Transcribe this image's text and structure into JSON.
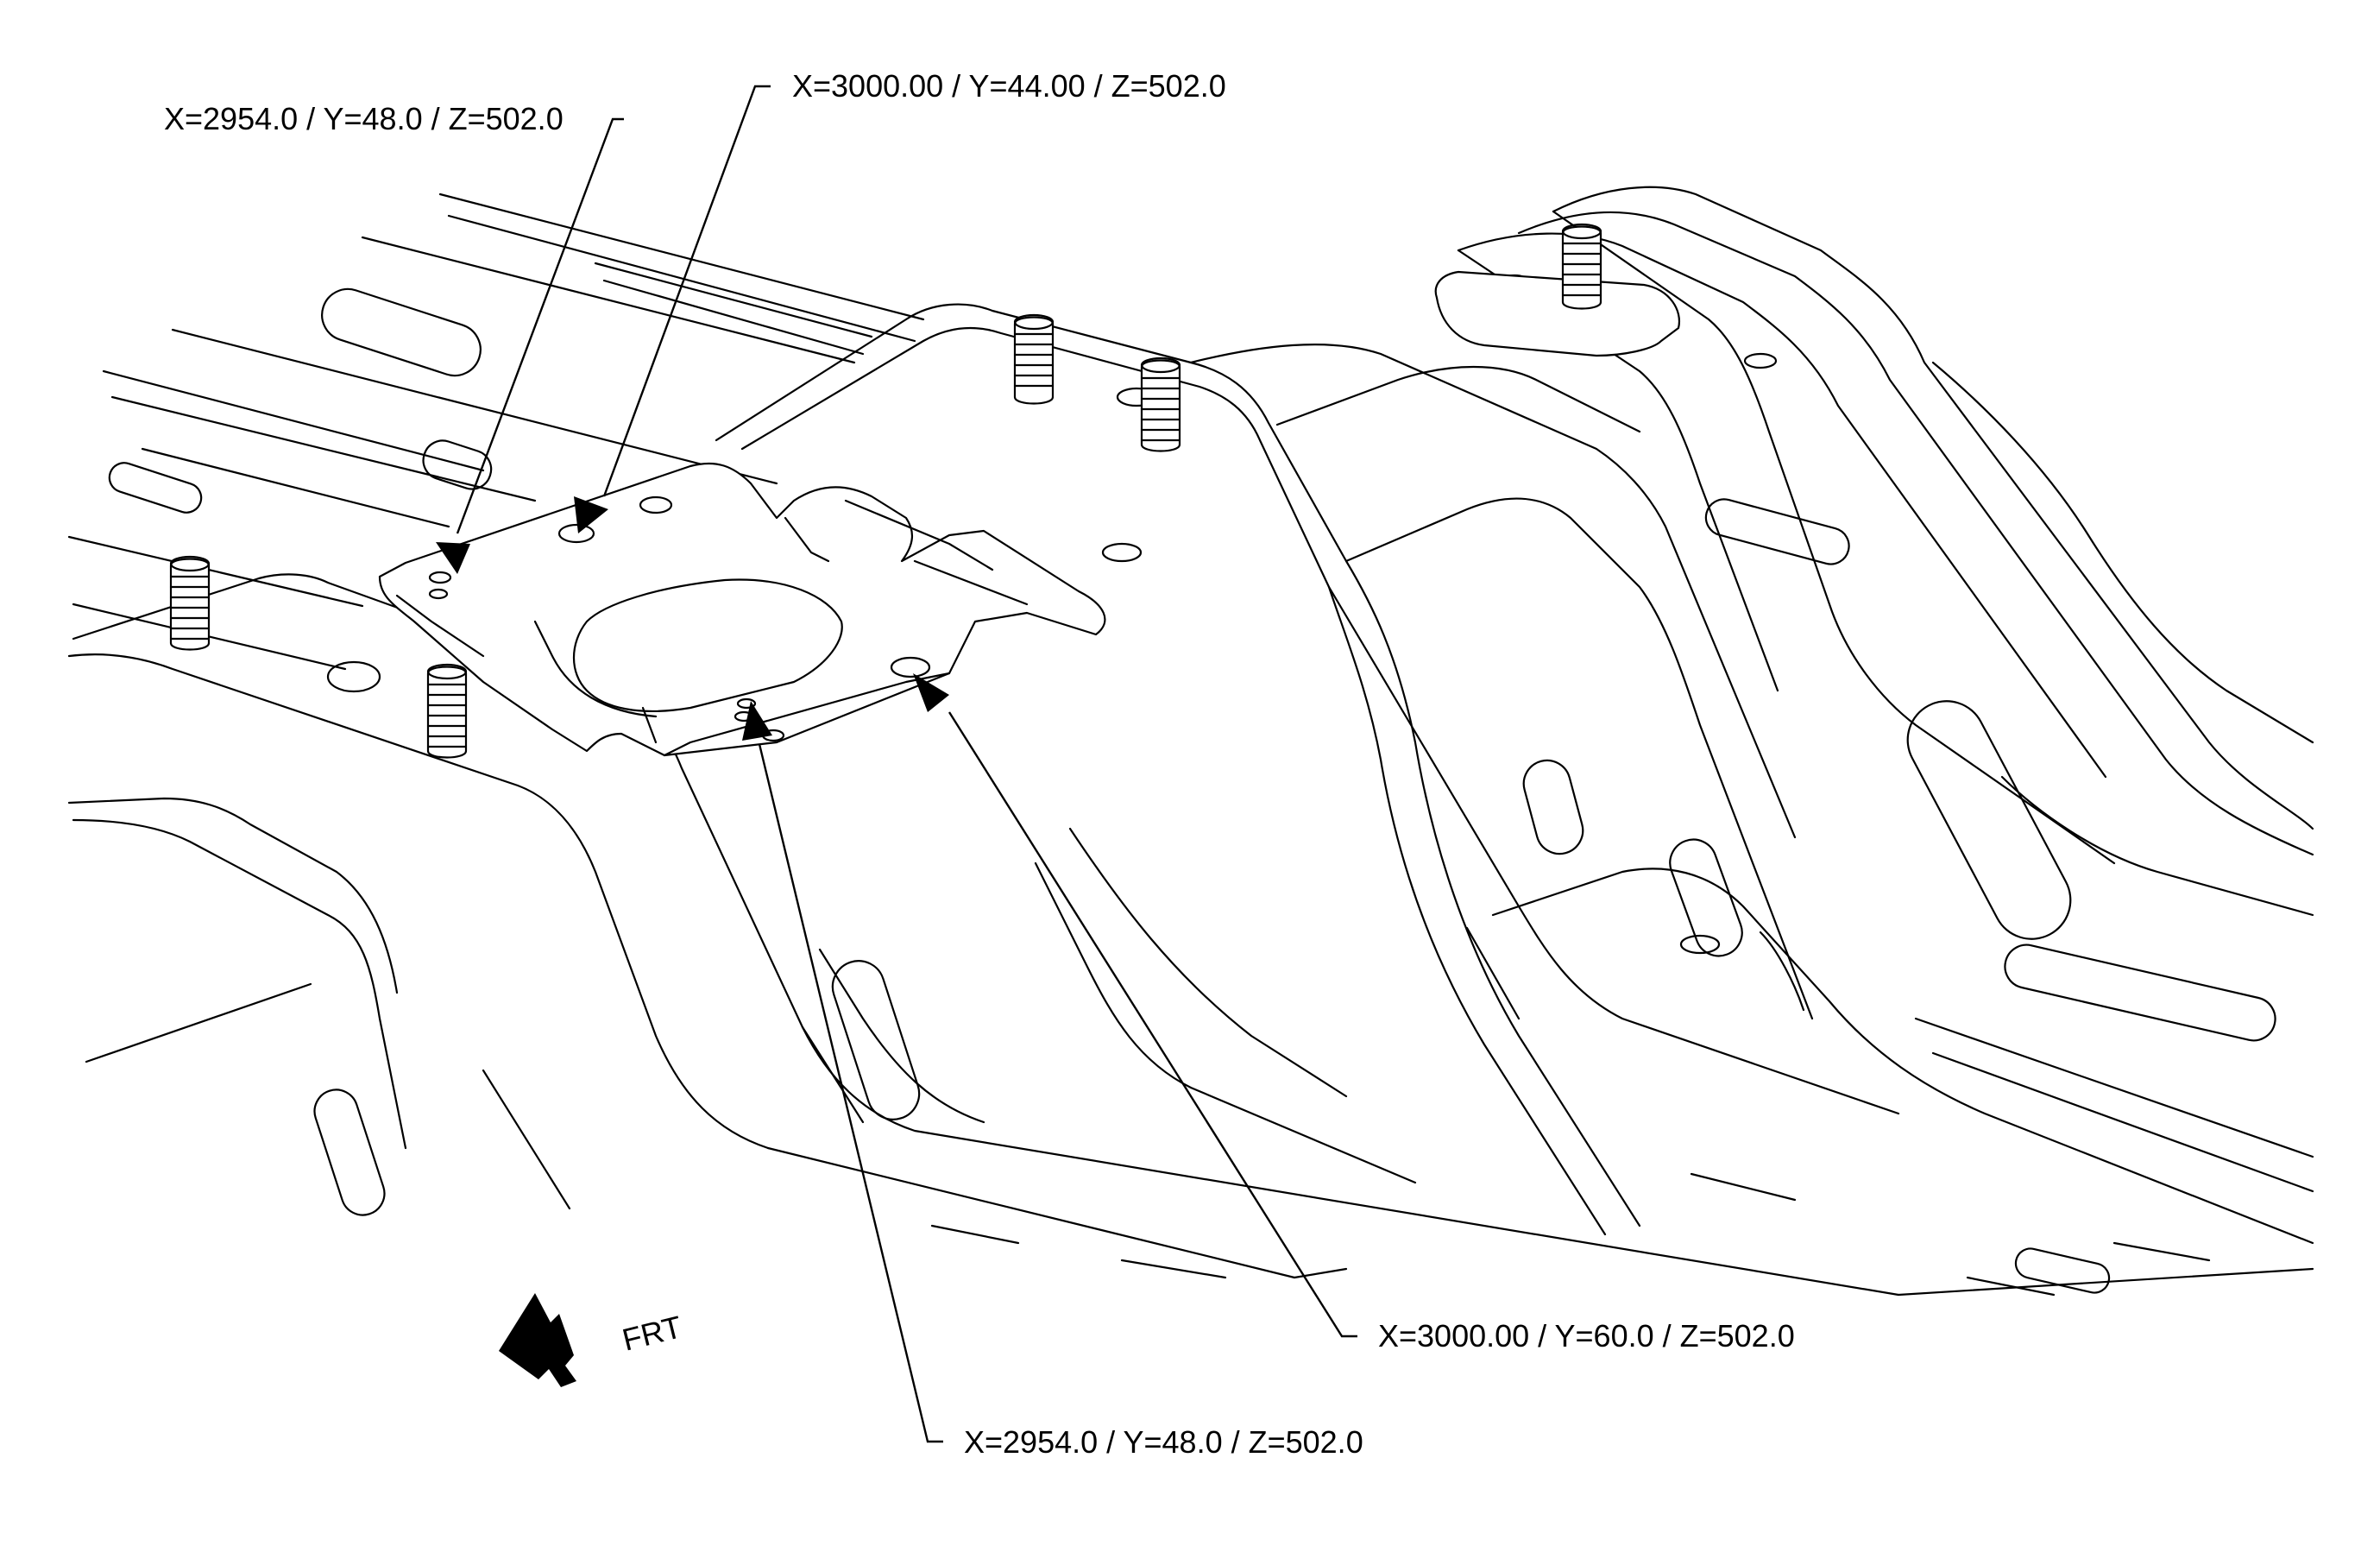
{
  "colors": {
    "line": "#000000",
    "background": "#ffffff"
  },
  "callouts": [
    {
      "id": "upper-left",
      "label": "X=2954.0 / Y=48.0 / Z=502.0"
    },
    {
      "id": "upper-right",
      "label": "X=3000.00 / Y=44.00 / Z=502.0"
    },
    {
      "id": "lower-right",
      "label": "X=3000.00 / Y=60.0 / Z=502.0"
    },
    {
      "id": "lower-left",
      "label": "X=2954.0 / Y=48.0 / Z=502.0"
    }
  ],
  "front_indicator": {
    "label": "FRT",
    "icon": "front-direction-arrow-icon"
  }
}
